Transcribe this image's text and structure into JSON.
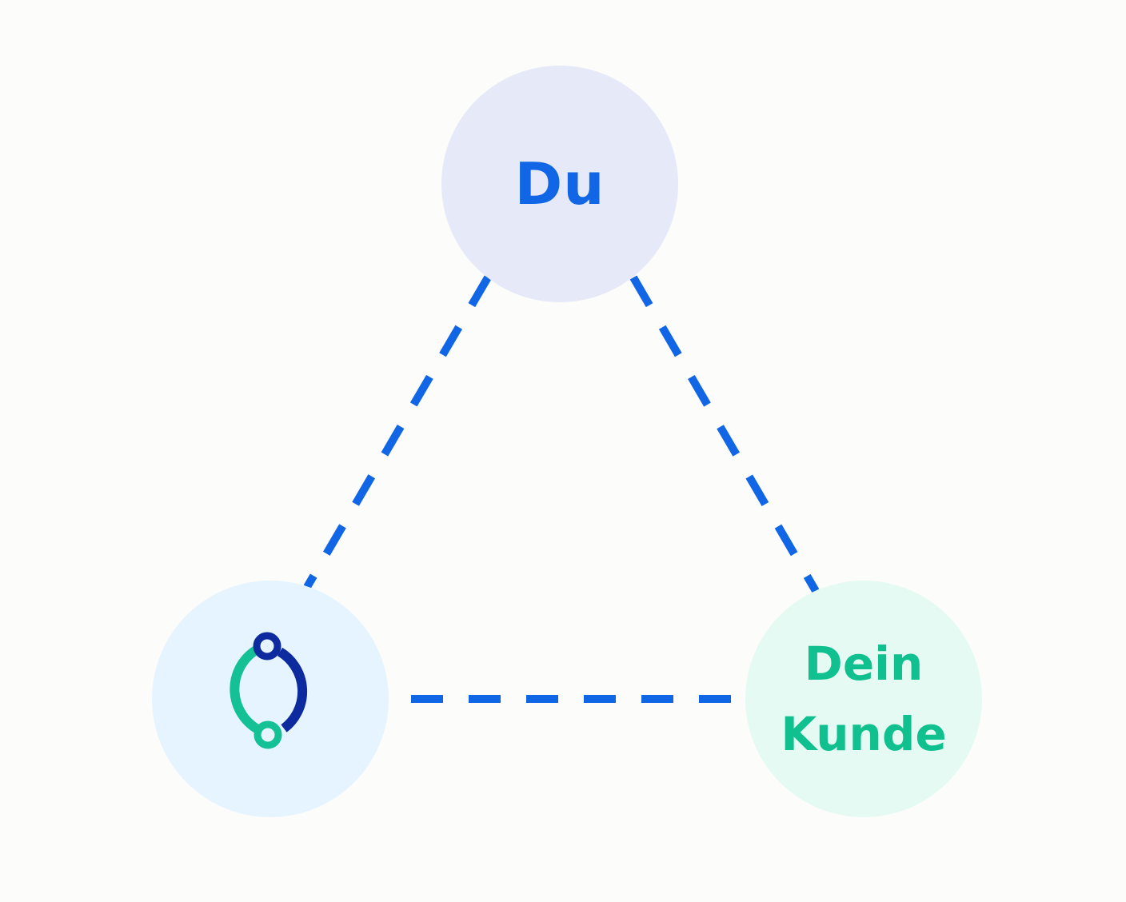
{
  "colors": {
    "background": "#fcfcfb",
    "connector": "#1166e6",
    "du_circle": "#e6e9f7",
    "du_text": "#1166e6",
    "logo_circle": "#e5f4ff",
    "customer_circle": "#e6faf4",
    "customer_text": "#10c18f",
    "logo_green": "#14c194",
    "logo_navy": "#0d2b9e"
  },
  "nodes": {
    "du": {
      "label": "Du"
    },
    "logo": {
      "icon": "sync-circle-logo-icon"
    },
    "customer": {
      "label_line1": "Dein",
      "label_line2": "Kunde"
    }
  }
}
